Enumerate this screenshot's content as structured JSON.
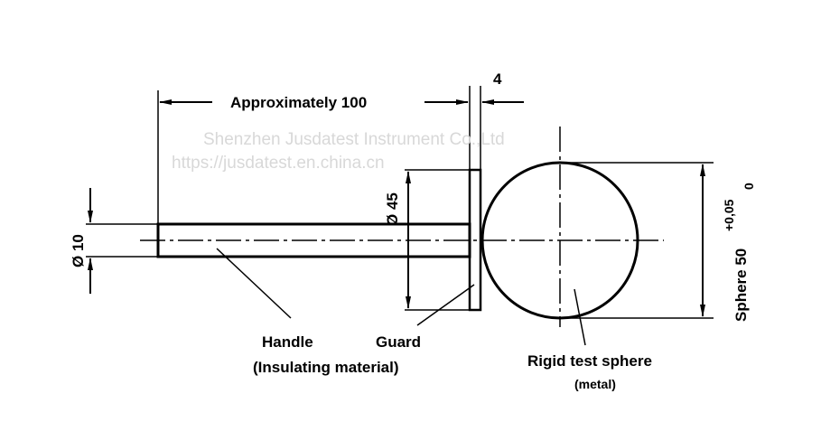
{
  "dimensions": {
    "length": "Approximately 100",
    "guard_thickness": "4",
    "guard_diameter": "Ø 45",
    "handle_diameter": "Ø 10",
    "sphere": "Sphere 50",
    "sphere_tol_upper": "+0,05",
    "sphere_tol_lower": "0"
  },
  "labels": {
    "handle": "Handle",
    "handle_material": "(Insulating material)",
    "guard": "Guard",
    "sphere": "Rigid test sphere",
    "sphere_material": "(metal)"
  },
  "watermark": {
    "line1": "Shenzhen Jusdatest Instrument Co.,Ltd",
    "line2": "https://jusdatest.en.china.cn"
  }
}
